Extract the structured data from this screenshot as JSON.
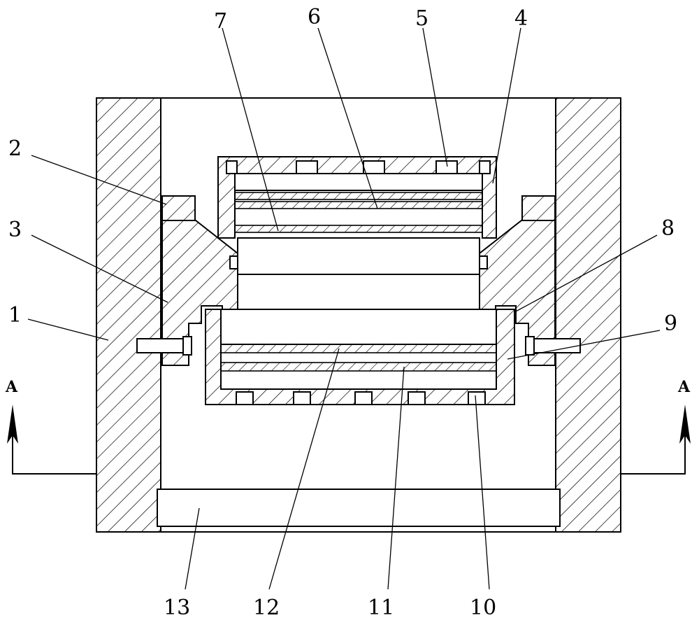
{
  "labels": {
    "l1": "1",
    "l2": "2",
    "l3": "3",
    "l4": "4",
    "l5": "5",
    "l6": "6",
    "l7": "7",
    "l8": "8",
    "l9": "9",
    "l10": "10",
    "l11": "11",
    "l12": "12",
    "l13": "13"
  },
  "section_marks": {
    "left": "A",
    "right": "A"
  }
}
